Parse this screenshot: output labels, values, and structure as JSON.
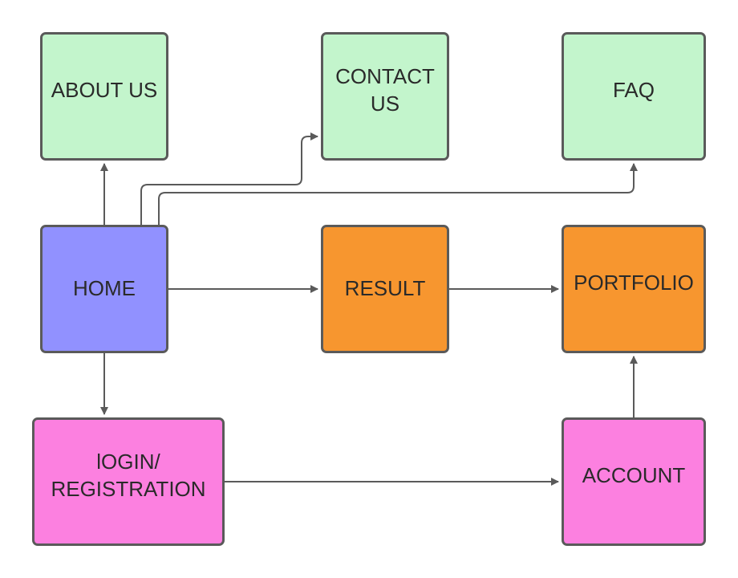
{
  "diagram": {
    "nodes": [
      {
        "id": "about",
        "label": "ABOUT US",
        "fill": "#c3f5cc"
      },
      {
        "id": "contact",
        "label": "CONTACT\nUS",
        "fill": "#c3f5cc"
      },
      {
        "id": "faq",
        "label": "FAQ",
        "fill": "#c3f5cc"
      },
      {
        "id": "home",
        "label": "HOME",
        "fill": "#9191ff"
      },
      {
        "id": "result",
        "label": "RESULT",
        "fill": "#f7962f"
      },
      {
        "id": "portfolio",
        "label": "PORTFOLIO",
        "fill": "#f7962f"
      },
      {
        "id": "login",
        "label": "lOGIN/\nREGISTRATION",
        "fill": "#fc80e0"
      },
      {
        "id": "account",
        "label": "ACCOUNT",
        "fill": "#fc80e0"
      }
    ],
    "edges": [
      {
        "from": "home",
        "to": "about"
      },
      {
        "from": "home",
        "to": "contact"
      },
      {
        "from": "home",
        "to": "faq"
      },
      {
        "from": "home",
        "to": "result"
      },
      {
        "from": "result",
        "to": "portfolio"
      },
      {
        "from": "home",
        "to": "login"
      },
      {
        "from": "login",
        "to": "account"
      },
      {
        "from": "account",
        "to": "portfolio"
      }
    ],
    "colors": {
      "stroke": "#5a5a5a",
      "text": "#2a2a2a"
    }
  }
}
